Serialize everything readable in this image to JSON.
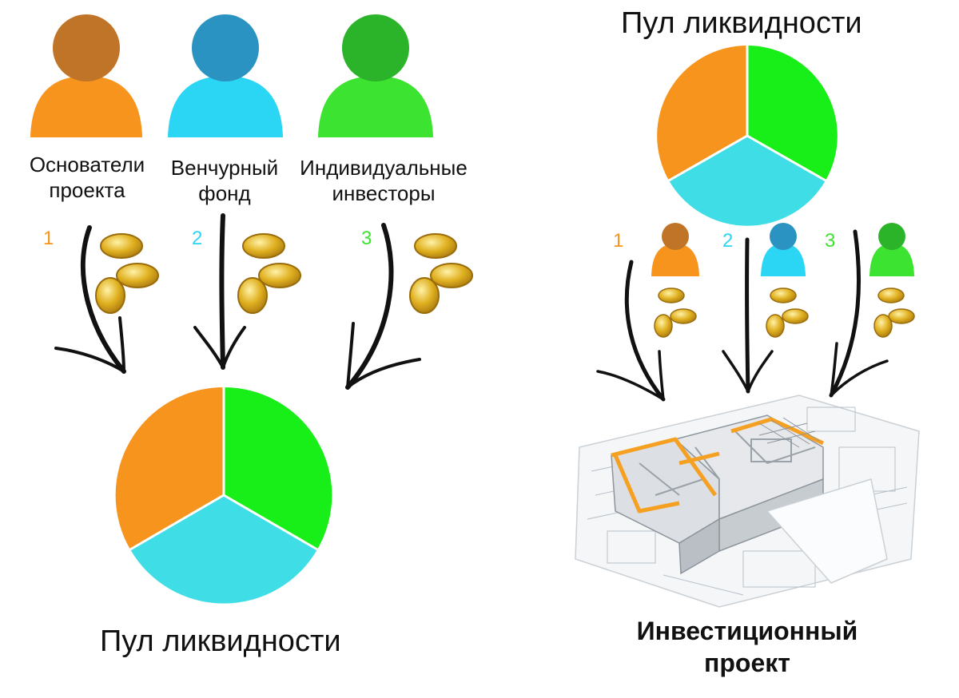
{
  "investors": [
    {
      "label_line1": "Основатели",
      "label_line2": "проекта",
      "number": "1",
      "color": "#f7941d",
      "head_color": "#c07428"
    },
    {
      "label_line1": "Венчурный",
      "label_line2": "фонд",
      "number": "2",
      "color": "#2ad6f4",
      "head_color": "#2a93c2"
    },
    {
      "label_line1": "Индивидуальные",
      "label_line2": "инвесторы",
      "number": "3",
      "color": "#3ce330",
      "head_color": "#2bb42a"
    }
  ],
  "pool_title_left": "Пул ликвидности",
  "pool_title_right": "Пул ликвидности",
  "project_label_line1": "Инвестиционный",
  "project_label_line2": "проект",
  "pie_colors": {
    "orange": "#f7941d",
    "cyan": "#3fdde6",
    "green": "#18ee18"
  },
  "coin_color": "#e0b020"
}
